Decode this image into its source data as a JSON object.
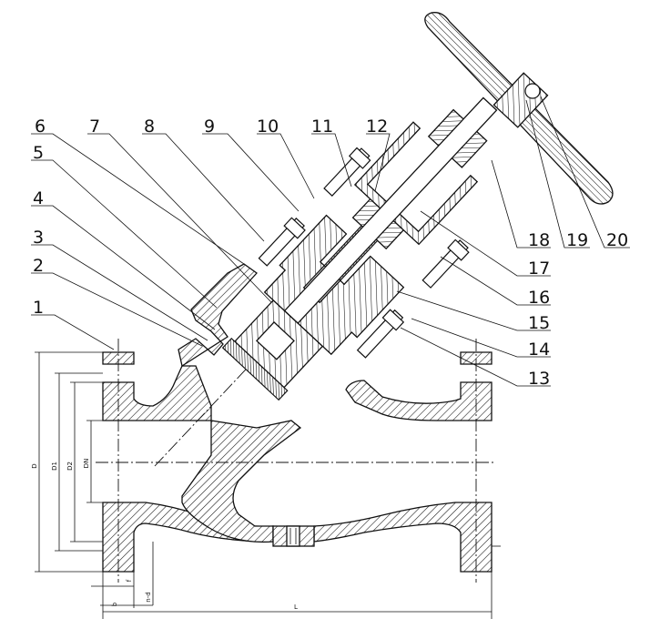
{
  "callouts": [
    "1",
    "2",
    "3",
    "4",
    "5",
    "6",
    "7",
    "8",
    "9",
    "10",
    "11",
    "12",
    "13",
    "14",
    "15",
    "16",
    "17",
    "18",
    "19",
    "20"
  ],
  "dimensions": {
    "D": "D",
    "D1": "D1",
    "D2": "D2",
    "DN": "DN",
    "b": "b",
    "f": "f",
    "n_d": "n-d",
    "L": "L"
  },
  "colors": {
    "ink": "#111111",
    "paper": "#ffffff"
  }
}
